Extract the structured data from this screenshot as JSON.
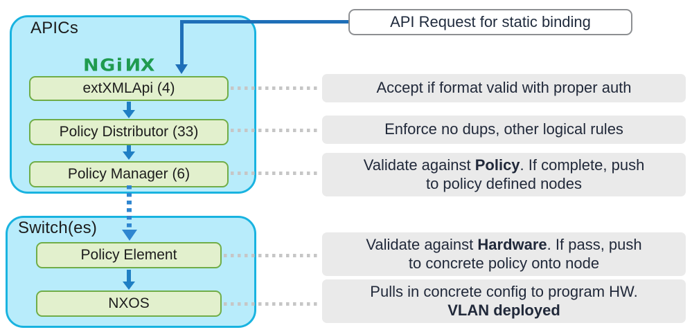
{
  "diagram": {
    "title": "APIC static binding policy flow",
    "colors": {
      "zone_fill": "#b8ecfb",
      "zone_border": "#19b3e0",
      "process_fill": "#e2f0cd",
      "process_border": "#70ad47",
      "arrow_blue": "#1f7fc4",
      "request_blue": "#1f6fb8",
      "note_fill": "#eaeaea",
      "note_text": "#21293a",
      "nginx_green": "#1f9b4f",
      "callout_border": "#8d8f92"
    }
  },
  "zones": {
    "apics": {
      "label": "APICs",
      "logo": {
        "name": "nginx-logo",
        "text_left": "NGi",
        "text_flipped": "N",
        "text_right": "X",
        "full": "NGINX"
      },
      "processes": [
        {
          "name": "extxmlapi",
          "label": "extXMLApi (4)"
        },
        {
          "name": "policy-distributor",
          "label": "Policy Distributor (33)"
        },
        {
          "name": "policy-manager",
          "label": "Policy Manager (6)"
        }
      ]
    },
    "switches": {
      "label": "Switch(es)",
      "processes": [
        {
          "name": "policy-element",
          "label": "Policy Element"
        },
        {
          "name": "nxos",
          "label": "NXOS"
        }
      ]
    }
  },
  "callout": {
    "label": "API Request for static binding"
  },
  "notes": [
    {
      "name": "note-extxmlapi",
      "lines": [
        [
          {
            "text": "Accept if format valid with proper auth",
            "bold": false
          }
        ]
      ]
    },
    {
      "name": "note-policy-distributor",
      "lines": [
        [
          {
            "text": "Enforce no dups, other logical rules",
            "bold": false
          }
        ]
      ]
    },
    {
      "name": "note-policy-manager",
      "lines": [
        [
          {
            "text": "Validate against ",
            "bold": false
          },
          {
            "text": "Policy",
            "bold": true
          },
          {
            "text": ". If complete, push",
            "bold": false
          }
        ],
        [
          {
            "text": "to policy defined nodes",
            "bold": false
          }
        ]
      ]
    },
    {
      "name": "note-policy-element",
      "lines": [
        [
          {
            "text": "Validate against ",
            "bold": false
          },
          {
            "text": "Hardware",
            "bold": true
          },
          {
            "text": ". If pass, push",
            "bold": false
          }
        ],
        [
          {
            "text": "to concrete policy onto node",
            "bold": false
          }
        ]
      ]
    },
    {
      "name": "note-nxos",
      "lines": [
        [
          {
            "text": "Pulls in concrete config to program HW.",
            "bold": false
          }
        ],
        [
          {
            "text": "VLAN deployed",
            "bold": true
          }
        ]
      ]
    }
  ],
  "connectors": {
    "request_path": "api-request-to-extxmlapi",
    "apic_chain": [
      "extxmlapi-to-policy-distributor",
      "policy-distributor-to-policy-manager"
    ],
    "cross_zone": "policy-manager-to-policy-element",
    "switch_chain": [
      "policy-element-to-nxos"
    ]
  }
}
